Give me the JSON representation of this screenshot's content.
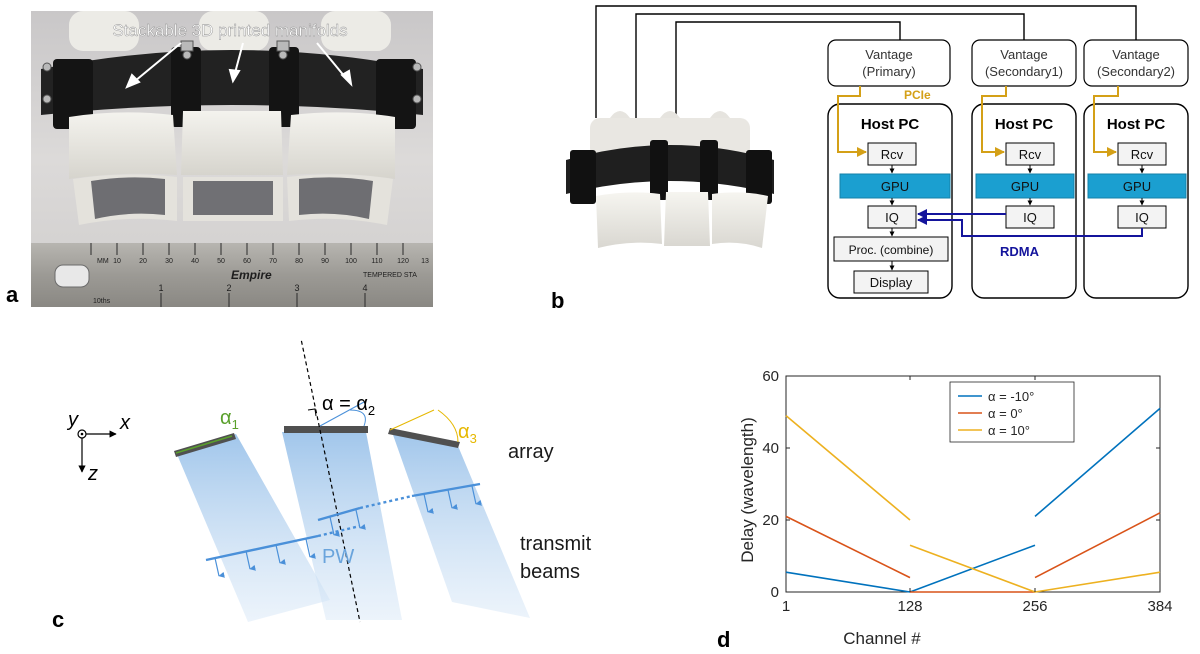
{
  "panels": {
    "a": "a",
    "b": "b",
    "c": "c",
    "d": "d"
  },
  "panel_a": {
    "caption": "Stackable 3D printed manifolds",
    "ruler": {
      "unit": "MM",
      "brand": "Empire",
      "steel_text": "TEMPERED STA",
      "tenths": "10ths",
      "mm_ticks": [
        "10",
        "20",
        "30",
        "40",
        "50",
        "60",
        "70",
        "80",
        "90",
        "100",
        "110",
        "120",
        "13"
      ],
      "inch_ticks": [
        "1",
        "2",
        "3",
        "4"
      ]
    }
  },
  "panel_b": {
    "vantages": [
      {
        "name": "Vantage",
        "role": "(Primary)"
      },
      {
        "name": "Vantage",
        "role": "(Secondary1)"
      },
      {
        "name": "Vantage",
        "role": "(Secondary2)"
      }
    ],
    "pcie": "PCIe",
    "host": "Host PC",
    "rcv": "Rcv",
    "gpu": "GPU",
    "iq": "IQ",
    "proc": "Proc. (combine)",
    "display": "Display",
    "rdma": "RDMA",
    "colors": {
      "gpu": "#1b9fd0",
      "pcie": "#d4a017",
      "rdma": "#14149c"
    }
  },
  "panel_c": {
    "axis_y": "y",
    "axis_x": "x",
    "axis_z": "z",
    "alpha_eq": "α = α",
    "alpha_eq_sub": "2",
    "alpha1": "α",
    "alpha1_sub": "1",
    "alpha3": "α",
    "alpha3_sub": "3",
    "array": "array",
    "pw": "PW",
    "transmit_line1": "transmit",
    "transmit_line2": "beams",
    "colors": {
      "alpha1": "#5aa02c",
      "alpha3": "#e6b800",
      "beam": "#4a90d9",
      "pw": "#6aa4dc"
    }
  },
  "chart_data": {
    "type": "line",
    "xlabel": "Channel #",
    "ylabel": "Delay (wavelength)",
    "xlim": [
      1,
      384
    ],
    "ylim": [
      0,
      60
    ],
    "xticks": [
      1,
      128,
      256,
      384
    ],
    "yticks": [
      0,
      20,
      40,
      60
    ],
    "legend_position": "top-right",
    "series": [
      {
        "name": "α = -10°",
        "color": "#0072bd",
        "segments": [
          [
            [
              1,
              5.5
            ],
            [
              128,
              0
            ]
          ],
          [
            [
              128,
              0
            ],
            [
              256,
              13
            ]
          ],
          [
            [
              256,
              21
            ],
            [
              384,
              51
            ]
          ]
        ]
      },
      {
        "name": "α = 0°",
        "color": "#d95319",
        "segments": [
          [
            [
              1,
              21
            ],
            [
              128,
              4
            ]
          ],
          [
            [
              128,
              0
            ],
            [
              256,
              0
            ]
          ],
          [
            [
              256,
              4
            ],
            [
              384,
              22
            ]
          ]
        ]
      },
      {
        "name": "α = 10°",
        "color": "#edb120",
        "segments": [
          [
            [
              1,
              49
            ],
            [
              128,
              20
            ]
          ],
          [
            [
              128,
              13
            ],
            [
              256,
              0
            ]
          ],
          [
            [
              256,
              0
            ],
            [
              384,
              5.5
            ]
          ]
        ]
      }
    ]
  }
}
